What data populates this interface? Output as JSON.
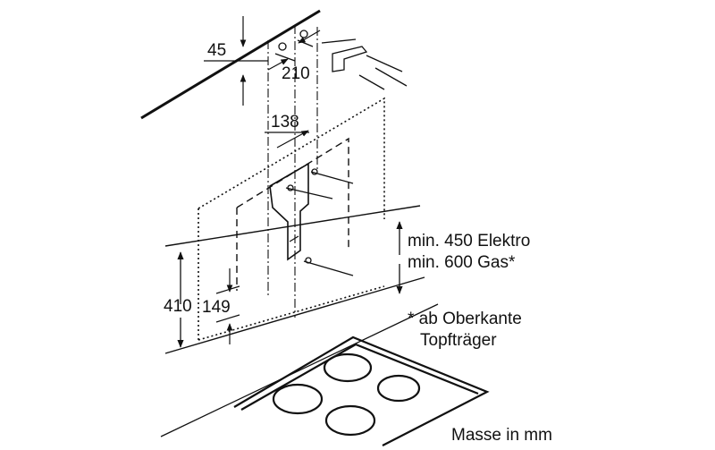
{
  "dimensions": {
    "ceiling_offset": "45",
    "hole_spacing_top": "210",
    "hole_spacing_bracket": "138",
    "height_bracket": "410",
    "height_lower": "149"
  },
  "notes": {
    "min_electric": "min. 450 Elektro",
    "min_gas": "min. 600 Gas*",
    "footnote_line1": "* ab Oberkante",
    "footnote_line2": "Topfträger",
    "units": "Masse in mm"
  },
  "colors": {
    "line": "#111111",
    "background": "#ffffff"
  }
}
